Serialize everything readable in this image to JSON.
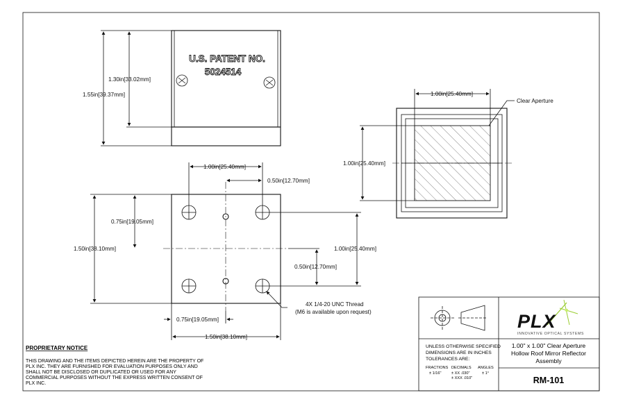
{
  "top_view": {
    "engraving_line1": "U.S. PATENT NO.",
    "engraving_line2": "5024514",
    "dim_height_inner": "1.30in[33.02mm]",
    "dim_height_outer": "1.55in[39.37mm]"
  },
  "front_view": {
    "dim_width_top": "1.00in[25.40mm]",
    "dim_height_left": "1.00in[25.40mm]",
    "callout": "Clear Aperture"
  },
  "bottom_view": {
    "dim_hole_spacing": "1.00in[25.40mm]",
    "dim_center_offset": "0.50in[12.70mm]",
    "dim_left_075": "0.75in[19.05mm]",
    "dim_left_150": "1.50in[38.10mm]",
    "dim_right_100": "1.00in[25.40mm]",
    "dim_right_050": "0.50in[12.70mm]",
    "dim_bottom_075": "0.75in[19.05mm]",
    "dim_bottom_150": "1.50in[38.10mm]",
    "thread_note_line1": "4X 1/4-20 UNC  Thread",
    "thread_note_line2": "(M6 is available upon request)"
  },
  "notice": {
    "title": "PROPRIETARY NOTICE",
    "lines": [
      "THIS DRAWING AND THE ITEMS DEPICTED HEREIN ARE THE PROPERTY OF",
      "PLX INC. THEY ARE FURNISHED FOR EVALUATION PURPOSES ONLY AND",
      "SHALL NOT BE DISCLOSED OR DUPLICATED OR USED FOR ANY",
      "COMMERCIAL PURPOSES WITHOUT THE EXPRESS WRITTEN CONSENT OF",
      "PLX INC."
    ]
  },
  "title_block": {
    "tolerance_line1": "UNLESS OTHERWISE SPECIFIED",
    "tolerance_line2": "DIMENSIONS ARE IN INCHES",
    "tolerance_line3": "TOLERANCES ARE:",
    "fractions_label": "FRACTIONS",
    "fractions_value": "± 1/16\"",
    "decimals_label": "DECIMALS",
    "decimals_value1": "± XX  .030\"",
    "decimals_value2": "± XXX .010\"",
    "angles_label": "ANGLES",
    "angles_value": "± 1°",
    "logo_text": "PLX",
    "logo_tagline": "INNOVATIVE OPTICAL SYSTEMS",
    "title_line1": "1.00\" x 1.00\" Clear Aperture",
    "title_line2": "Hollow Roof Mirror Reflector",
    "title_line3": "Assembly",
    "part_number": "RM-101"
  },
  "colors": {
    "ink": "#111111",
    "logo_green": "#9acd32"
  }
}
